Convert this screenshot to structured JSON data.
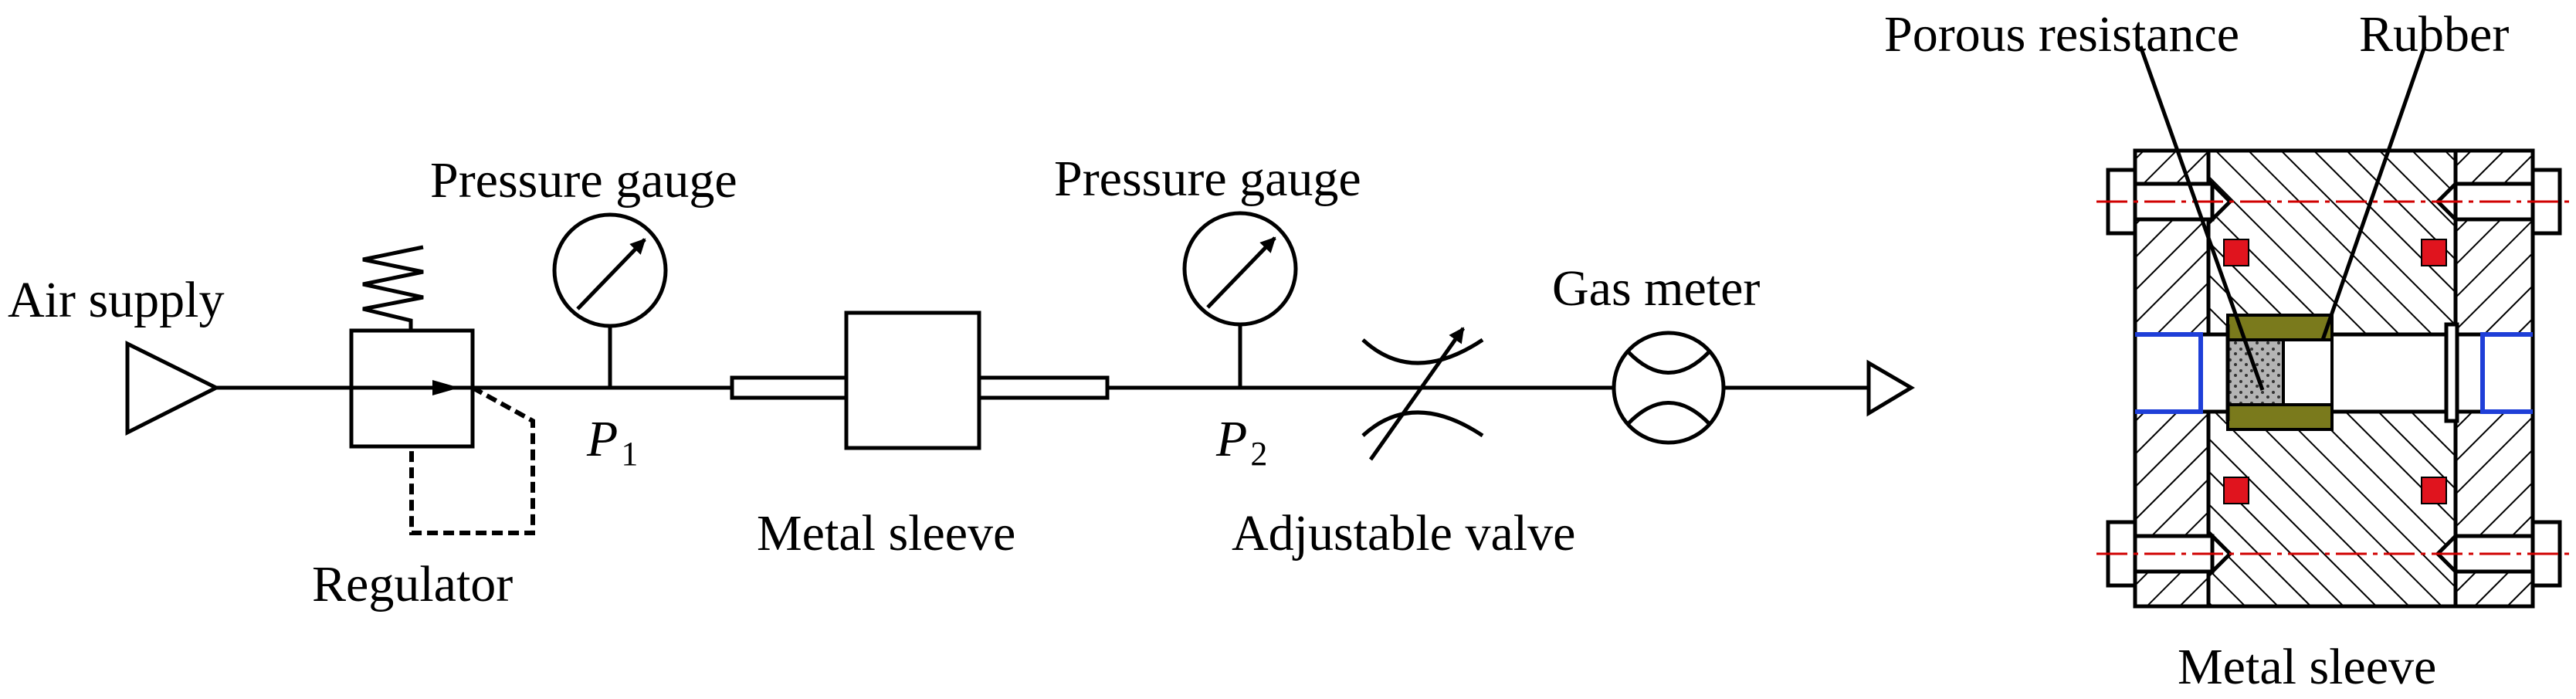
{
  "labels": {
    "air_supply": "Air supply",
    "regulator": "Regulator",
    "pressure_gauge_1": "Pressure gauge",
    "pressure_gauge_2": "Pressure gauge",
    "p1_symbol": "P",
    "p1_subscript": "1",
    "p2_symbol": "P",
    "p2_subscript": "2",
    "metal_sleeve": "Metal sleeve",
    "adjustable_valve": "Adjustable valve",
    "gas_meter": "Gas meter"
  },
  "section_view": {
    "porous_resistance": "Porous resistance",
    "rubber": "Rubber",
    "caption": "Metal sleeve"
  },
  "colors": {
    "line": "#000000",
    "rubber_fill": "#7a7a1c",
    "porous_fill": "#b4b4b4",
    "seal_red": "#e0141e",
    "bore_blue": "#1f3fd8",
    "centerline": "#d00000"
  }
}
